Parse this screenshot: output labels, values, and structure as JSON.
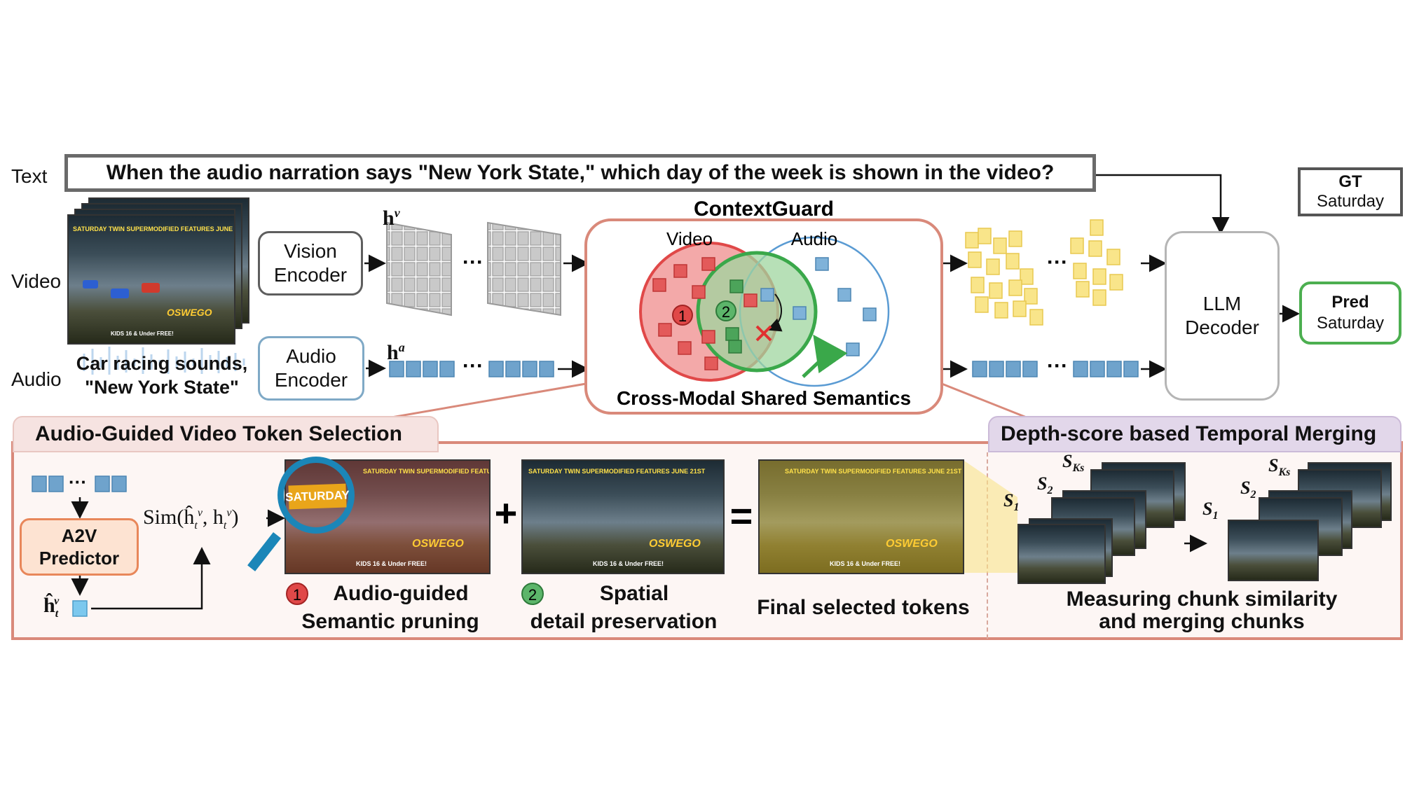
{
  "labels": {
    "text": "Text",
    "video": "Video",
    "audio": "Audio"
  },
  "question": "When the audio narration says \"New York State,\" which day of the week is shown in the video?",
  "gt": {
    "title": "GT",
    "value": "Saturday"
  },
  "pred": {
    "title": "Pred",
    "value": "Saturday"
  },
  "encoders": {
    "vision_line1": "Vision",
    "vision_line2": "Encoder",
    "audio_line1": "Audio",
    "audio_line2": "Encoder"
  },
  "hv": "h",
  "hv_sup": "v",
  "ha": "h",
  "ha_sup": "a",
  "audio_caption_line1": "Car racing sounds,",
  "audio_caption_line2": "\"New York State\"",
  "contextguard": {
    "title": "ContextGuard",
    "video_label": "Video",
    "audio_label": "Audio",
    "num1": "1",
    "num2": "2",
    "caption": "Cross-Modal Shared Semantics"
  },
  "llm": {
    "line1": "LLM",
    "line2": "Decoder"
  },
  "ellipsis": "···",
  "bottom": {
    "left_title": "Audio-Guided Video Token Selection",
    "right_title": "Depth-score based Temporal Merging",
    "a2v_line1": "A2V",
    "a2v_line2": "Predictor",
    "sim_text": "Sim(ĥ",
    "sim_mid": ", h",
    "sim_end": ")",
    "h_hat": "ĥ",
    "num1": "1",
    "num2": "2",
    "pruning_line1": "Audio-guided",
    "pruning_line2": "Semantic pruning",
    "spatial_line1": "Spatial",
    "spatial_line2": "detail preservation",
    "final": "Final selected tokens",
    "plus": "+",
    "equals": "=",
    "saturday_badge": "SATURDAY",
    "s1": "S",
    "s1_sub": "1",
    "s2": "S",
    "s2_sub": "2",
    "sk": "S",
    "sk_sub": "Ks",
    "merge_line1": "Measuring chunk similarity",
    "merge_line2": "and merging chunks"
  },
  "frame_text": {
    "top": "SATURDAY   TWIN SUPERMODIFIED FEATURES   JUNE 21ST",
    "bottom": "KIDS 16 & Under FREE!",
    "logo": "OSWEGO"
  },
  "colors": {
    "vision_gray": "#c8c8c8",
    "audio_blue": "#6fa3cc",
    "token_yellow": "#f9e58a",
    "red": "#e04848",
    "green": "#3aa84a",
    "venn_blue": "#5a9bd3",
    "panel_border": "#d9897a",
    "tab_left": "#f6e3e1",
    "tab_right": "#e2d7ea"
  }
}
